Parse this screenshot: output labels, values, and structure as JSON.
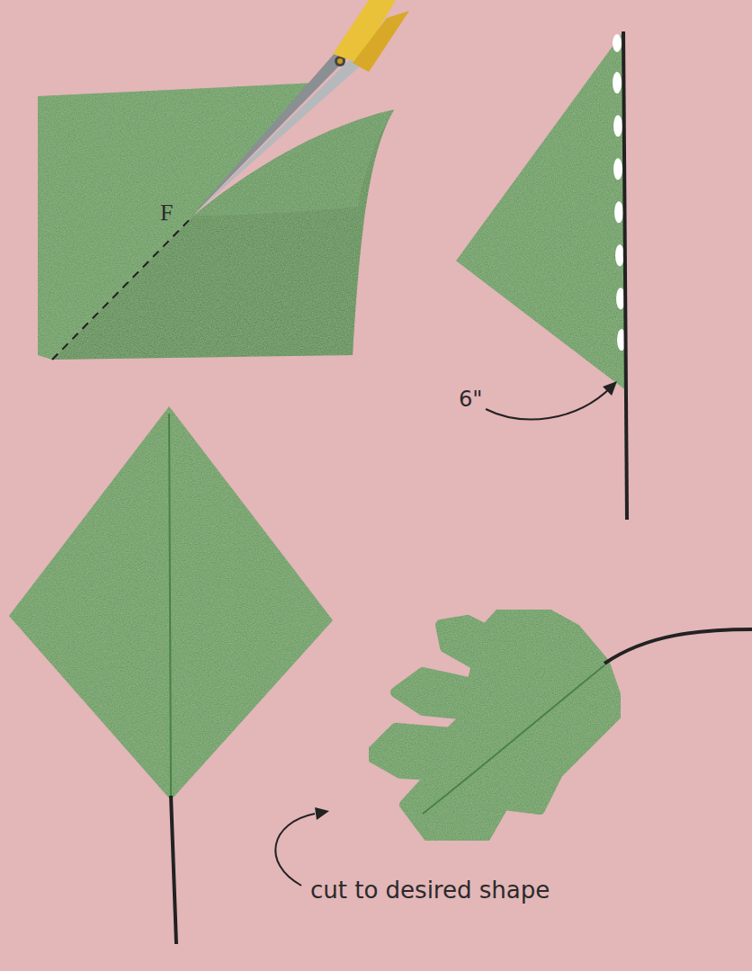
{
  "diagram": {
    "labels": [
      "F",
      "6\"",
      "cut to desired shape"
    ]
  }
}
